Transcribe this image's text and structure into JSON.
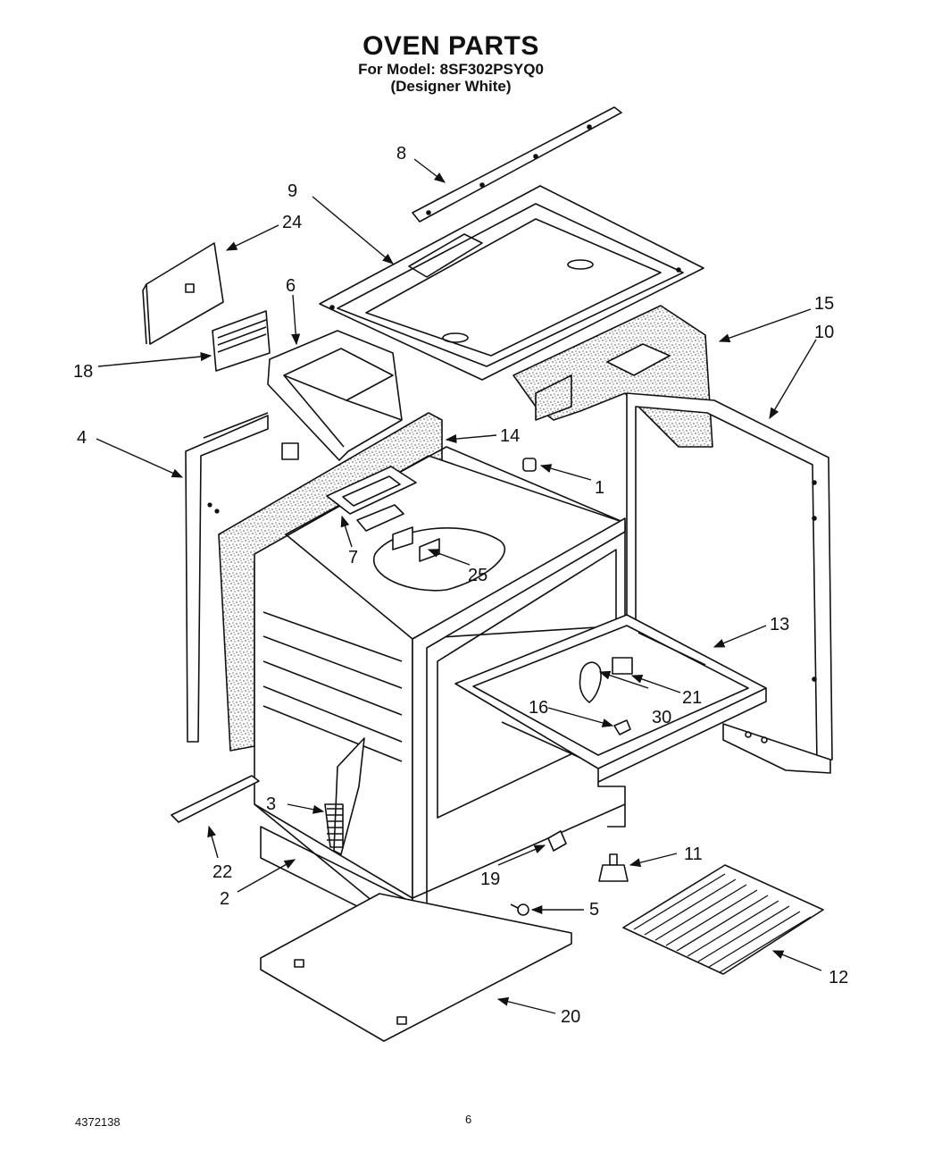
{
  "header": {
    "title": "OVEN PARTS",
    "model_line": "For Model: 8SF302PSYQ0",
    "finish_line": "(Designer White)"
  },
  "parts": [
    "8",
    "9",
    "24",
    "6",
    "18",
    "4",
    "14",
    "1",
    "7",
    "25",
    "15",
    "10",
    "13",
    "21",
    "16",
    "30",
    "3",
    "22",
    "2",
    "19",
    "11",
    "5",
    "12",
    "20"
  ],
  "footer": {
    "doc_number": "4372138",
    "page_number": "6"
  }
}
